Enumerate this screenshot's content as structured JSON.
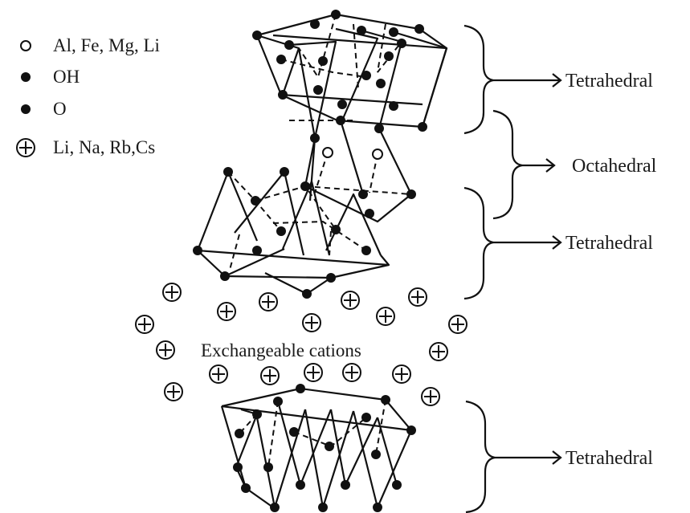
{
  "legend": {
    "items": [
      {
        "symbol": "open-circle",
        "label": "Al, Fe, Mg, Li"
      },
      {
        "symbol": "filled-circle",
        "label": "OH"
      },
      {
        "symbol": "filled-circle",
        "label": "O"
      },
      {
        "symbol": "circle-plus",
        "label": "Li, Na, Rb,Cs"
      }
    ]
  },
  "layers": {
    "top_tetrahedral": "Tetrahedral",
    "octahedral": "Octahedral",
    "middle_tetrahedral": "Tetrahedral",
    "bottom_tetrahedral": "Tetrahedral"
  },
  "center_label": "Exchangeable cations",
  "colors": {
    "ink": "#111111",
    "background": "#ffffff"
  }
}
